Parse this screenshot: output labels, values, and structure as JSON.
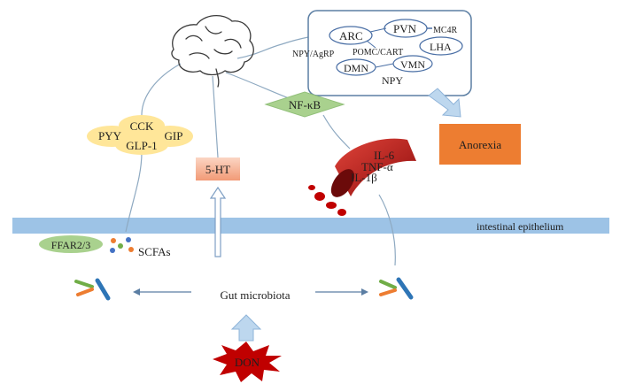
{
  "labels": {
    "hypothalamus": {
      "arc": "ARC",
      "pvn": "PVN",
      "mc4r": "MC4R",
      "lha": "LHA",
      "npy_agrp": "NPY/AgRP",
      "pomc_cart": "POMC/CART",
      "dmn": "DMN",
      "vmn": "VMN",
      "npy": "NPY"
    },
    "nfkb": "NF-κB",
    "anorexia": "Anorexia",
    "hormones": {
      "cck": "CCK",
      "pyy": "PYY",
      "gip": "GIP",
      "glp1": "GLP-1"
    },
    "serotonin": "5-HT",
    "cytokines": {
      "il6": "IL-6",
      "tnf": "TNF-α",
      "il1b": "IL-1β"
    },
    "epithelium": "intestinal epithelium",
    "ffar": "FFAR2/3",
    "scfas": "SCFAs",
    "gut_microbiota": "Gut microbiota",
    "don": "DON"
  },
  "colors": {
    "anorexia_box": "#ed7d31",
    "nfkb_diamond": "#a9d18e",
    "hormone_cluster": "#ffe699",
    "serotonin_box": "#f8b89a",
    "epithelium_band": "#9dc3e6",
    "arrow_fill": "#bdd7ee",
    "don_burst": "#c00000",
    "blood_vessel": "#c00000"
  }
}
